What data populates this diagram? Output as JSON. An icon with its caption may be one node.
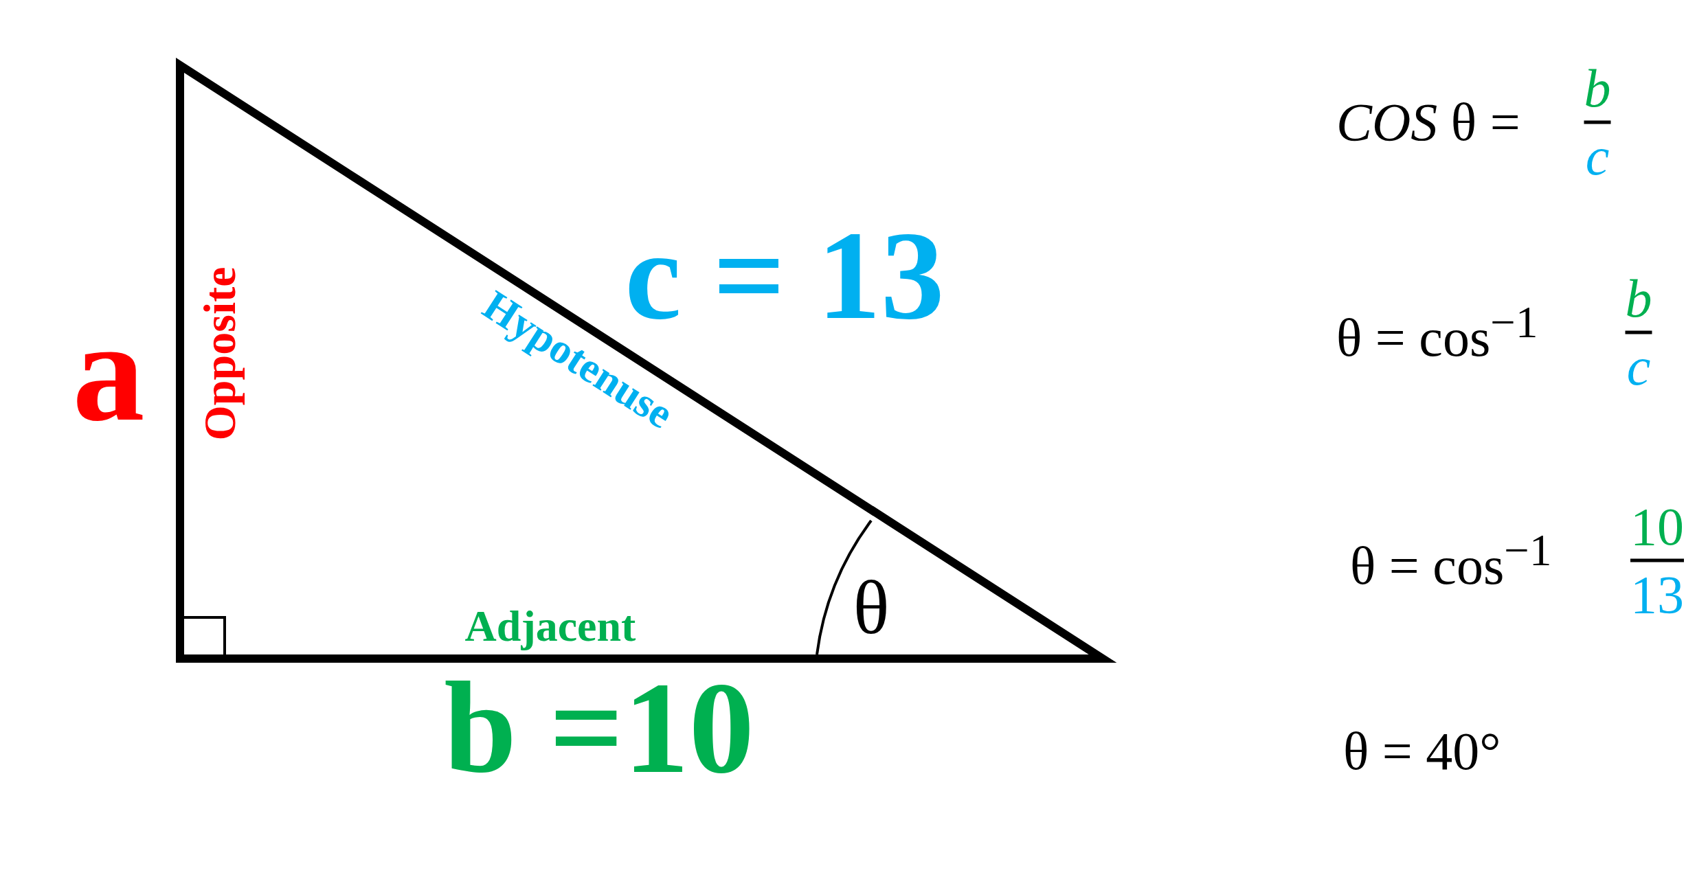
{
  "diagram": {
    "labels": [
      "a",
      "Opposite",
      "Hypotenuse",
      "c = 13",
      "Adjacent",
      "θ",
      "b =10",
      "*COS* θ =",
      "b",
      "c",
      "θ = cos$^{−1}$",
      "b",
      "c",
      "θ = cos$^{−1}$",
      "10",
      "13",
      "θ = 40°"
    ]
  }
}
